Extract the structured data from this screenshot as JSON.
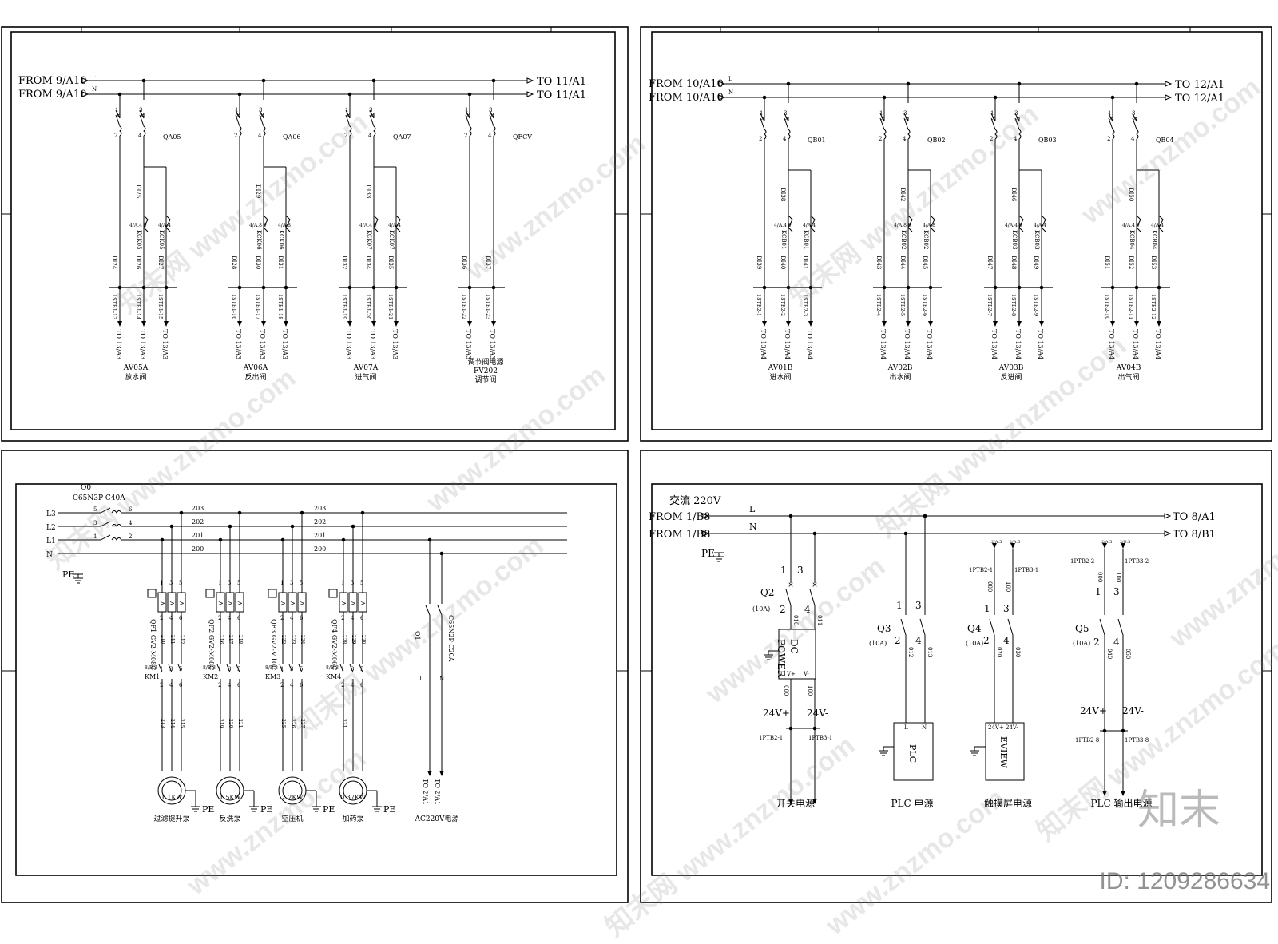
{
  "p1": {
    "from": [
      "FROM 9/A10",
      "FROM 9/A10"
    ],
    "to": [
      "TO 11/A1",
      "TO 11/A1"
    ],
    "line_tags": [
      "L",
      "N"
    ],
    "branches": [
      {
        "breaker": "QA05",
        "wires": [
          "DI24",
          "DI25",
          "DI26",
          "DI27"
        ],
        "relay": "KCK05",
        "relay_ref": "4/A.4 9",
        "terms": [
          "1STB1-13",
          "1STB1-14",
          "1STB1-15"
        ],
        "to": [
          "TO 13/A3",
          "TO 13/A3",
          "TO 13/A3"
        ],
        "tag": "AV05A",
        "desc": "放水阀"
      },
      {
        "breaker": "QA06",
        "wires": [
          "DI28",
          "DI29",
          "DI30",
          "DI31"
        ],
        "relay": "KCK06",
        "relay_ref": "4/A.8 9",
        "terms": [
          "1STB1-16",
          "1STB1-17",
          "1STB1-18"
        ],
        "to": [
          "TO 13/A3",
          "TO 13/A3",
          "TO 13/A3"
        ],
        "tag": "AV06A",
        "desc": "反出阀"
      },
      {
        "breaker": "QA07",
        "wires": [
          "DI32",
          "DI33",
          "DI34",
          "DI35"
        ],
        "relay": "KCK07",
        "relay_ref": "4/A.4 9",
        "terms": [
          "1STB1-19",
          "1STB1-20",
          "1STB1-21"
        ],
        "to": [
          "TO 13/A3",
          "TO 13/A3",
          "TO 13/A3"
        ],
        "tag": "AV07A",
        "desc": "进气阀"
      },
      {
        "breaker": "QFCV",
        "wires": [
          "DI36",
          "DI37"
        ],
        "terms": [
          "1STB1-22",
          "1STB1-23"
        ],
        "to": [
          "TO 13/A3",
          "TO 13/A3"
        ],
        "tag": "调节阀电源",
        "tag2": "FV202",
        "desc": "调节阀"
      }
    ]
  },
  "p2": {
    "from": [
      "FROM 10/A10",
      "FROM 10/A10"
    ],
    "to": [
      "TO 12/A1",
      "TO 12/A1"
    ],
    "line_tags": [
      "L",
      "N"
    ],
    "branches": [
      {
        "breaker": "QB01",
        "wires": [
          "DI39",
          "DI38",
          "DI40",
          "DI41"
        ],
        "relay": "KCB01",
        "relay_ref": "4/A.4 9",
        "terms": [
          "1STB2-1",
          "1STB2-2",
          "1STB2-3"
        ],
        "to": [
          "TO 13/A4",
          "TO 13/A4",
          "TO 13/A4"
        ],
        "tag": "AV01B",
        "desc": "进水阀"
      },
      {
        "breaker": "QB02",
        "wires": [
          "DI43",
          "DI42",
          "DI44",
          "DI45"
        ],
        "relay": "KCB02",
        "relay_ref": "4/A.8 9",
        "terms": [
          "1STB2-4",
          "1STB2-5",
          "1STB2-6"
        ],
        "to": [
          "TO 13/A4",
          "TO 13/A4",
          "TO 13/A4"
        ],
        "tag": "AV02B",
        "desc": "出水阀"
      },
      {
        "breaker": "QB03",
        "wires": [
          "DI47",
          "DI46",
          "DI48",
          "DI49"
        ],
        "relay": "KCB03",
        "relay_ref": "4/A.4 9",
        "terms": [
          "1STB2-7",
          "1STB2-8",
          "1STB2-9"
        ],
        "to": [
          "TO 13/A4",
          "TO 13/A4",
          "TO 13/A4"
        ],
        "tag": "AV03B",
        "desc": "反进阀"
      },
      {
        "breaker": "QB04",
        "wires": [
          "DI51",
          "DI50",
          "DI52",
          "DI53"
        ],
        "relay": "KCB04",
        "relay_ref": "4/A.4 9",
        "terms": [
          "1STB2-10",
          "1STB2-11",
          "1STB2-12"
        ],
        "to": [
          "TO 13/A4",
          "TO 13/A4",
          "TO 13/A4"
        ],
        "tag": "AV04B",
        "desc": "出气阀"
      }
    ]
  },
  "p3": {
    "main_breaker": "Q0",
    "main_breaker_model": "C65N3P C40A",
    "phases": [
      "L3",
      "L2",
      "L1",
      "N"
    ],
    "bus_numbers": [
      "203",
      "202",
      "201",
      "200"
    ],
    "pe": "PE",
    "motors": [
      {
        "qf": "QF1 GV2-M08C",
        "km": "KM1",
        "wires": [
          "210",
          "211",
          "212",
          "213",
          "214",
          "215"
        ],
        "rating": "1.1KW",
        "name": "过滤提升泵"
      },
      {
        "qf": "QF2 GV2-M08C",
        "km": "KM2",
        "wires": [
          "216",
          "217",
          "218",
          "219",
          "220",
          "221"
        ],
        "rating": "1.5KW",
        "name": "反洗泵"
      },
      {
        "qf": "QF3 GV2-M10C",
        "km": "KM3",
        "wires": [
          "222",
          "223",
          "224",
          "225",
          "226",
          "227"
        ],
        "rating": "2.2KW",
        "name": "空压机"
      },
      {
        "qf": "QF4 GV2-M06C",
        "km": "KM4",
        "wires": [
          "228",
          "229",
          "230",
          "231"
        ],
        "rating": "0.37KW",
        "name": "加药泵"
      }
    ],
    "km_ref": "8/B.3",
    "q1": "Q1",
    "q1_model": "C65N2P C20A",
    "ac_tags": [
      "L",
      "N"
    ],
    "ac_to": [
      "TO 2/A1",
      "TO 2/A1"
    ],
    "ac_label": "AC220V电源"
  },
  "p4": {
    "title": "交流 220V",
    "from": [
      "FROM 1/B8",
      "FROM 1/B8"
    ],
    "to": [
      "TO 8/A1",
      "TO 8/B1"
    ],
    "line_tags": [
      "L",
      "N"
    ],
    "pe": "PE",
    "q2": "Q2",
    "q3": "Q3",
    "q4": "Q4",
    "q5": "Q5",
    "rating": "(10A)",
    "dc_power": "DC POWER",
    "dc_pins": [
      "V+",
      "V-"
    ],
    "v_labels": [
      "24V+",
      "24V-"
    ],
    "ptb": [
      "1PTB2-1",
      "1PTB3-1",
      "1PTB2-2",
      "1PTB3-2",
      "1PTB2-8",
      "1PTB3-8"
    ],
    "plc_box": "PLC",
    "eview_box": "EVIEW",
    "section_labels": [
      "开关电源",
      "PLC 电源",
      "触摸屏电源",
      "PLC 输出电源"
    ],
    "wire_nums": [
      "010",
      "011",
      "000",
      "100",
      "012",
      "013",
      "020",
      "030",
      "040",
      "050"
    ]
  },
  "watermark": "www.znzmo.com",
  "watermark_cn": "知末网",
  "brand": "知末",
  "id_label": "ID: 1209286634"
}
